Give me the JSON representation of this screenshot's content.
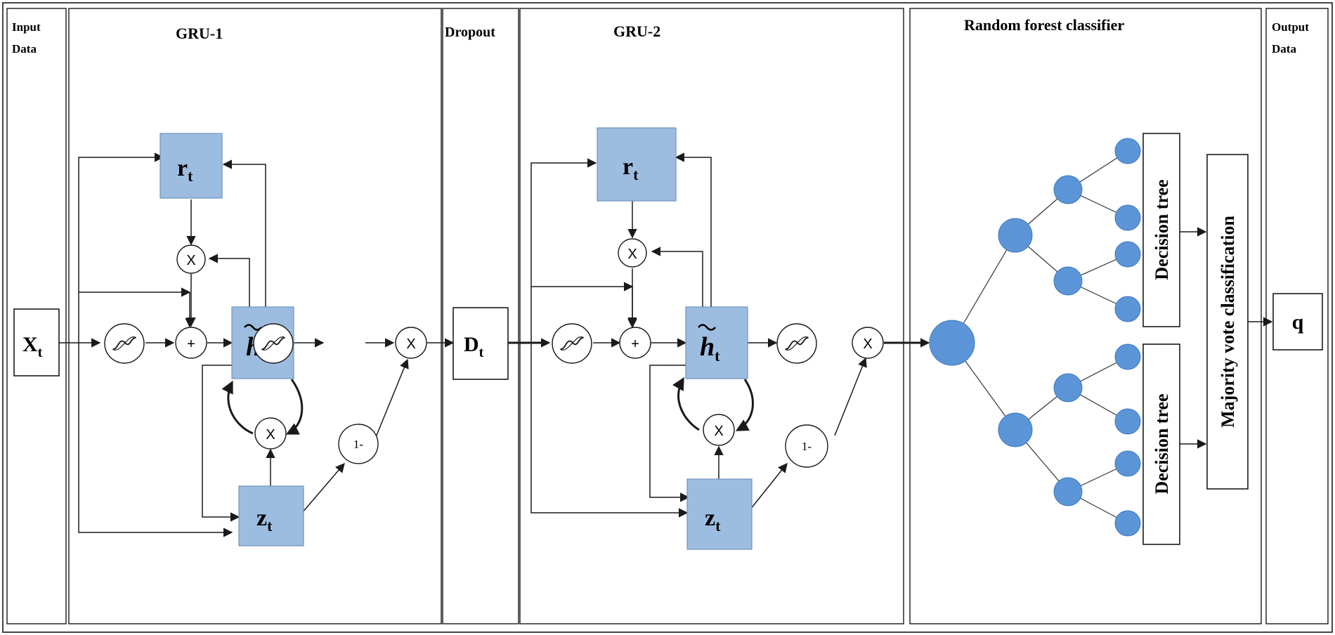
{
  "panels": {
    "input_title_1": "Input",
    "input_title_2": "Data",
    "gru1_title": "GRU-1",
    "dropout_title": "Dropout",
    "gru2_title": "GRU-2",
    "rf_title": "Random forest classifier",
    "output_title_1": "Output",
    "output_title_2": "Data"
  },
  "inputs": {
    "x_main": "X",
    "x_sub": "t"
  },
  "dropout": {
    "d_main": "D",
    "d_sub": "t"
  },
  "output": {
    "q": "q"
  },
  "gru": {
    "r_main": "r",
    "r_sub": "t",
    "z_main": "z",
    "z_sub": "t",
    "h_tilde": "h",
    "h_sub": "t",
    "mult": "X",
    "plus": "+",
    "one_minus": "1-"
  },
  "rf": {
    "tree_label": "Decision tree",
    "vote_label": "Majority  vote classification"
  },
  "colors": {
    "gate_fill": "#9dbde0",
    "node_fill": "#5b95d8",
    "line": "#1a1a1a"
  }
}
